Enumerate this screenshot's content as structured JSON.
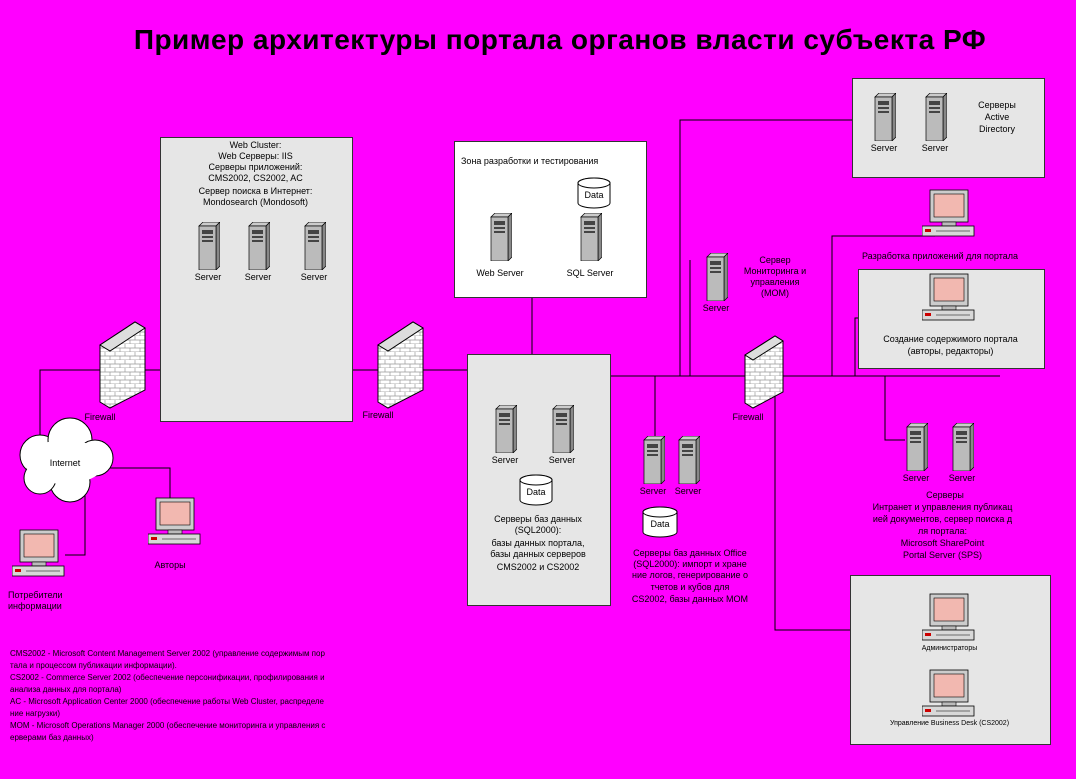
{
  "title": "Пример архитектуры портала органов власти субъекта РФ",
  "web_cluster": {
    "lines": [
      "Web Cluster:",
      "Web Серверы: IIS",
      "Серверы приложений:",
      "CMS2002, CS2002, AC",
      "Сервер поиска в Интернет:",
      "Mondosearch (Mondosoft)"
    ],
    "servers": [
      "Server",
      "Server",
      "Server"
    ]
  },
  "dev_zone": {
    "label": "Зона разработки и тестирования",
    "data": "Data",
    "web_server": "Web Server",
    "sql_server": "SQL Server"
  },
  "db_servers": {
    "servers": [
      "Server",
      "Server"
    ],
    "data": "Data",
    "lines": [
      "Серверы баз данных",
      "(SQL2000):",
      "базы данных портала,",
      "базы данных серверов",
      "CMS2002 и CS2002"
    ]
  },
  "ad_servers": {
    "servers": [
      "Server",
      "Server"
    ],
    "lines": [
      "Серверы",
      "Active",
      "Directory"
    ]
  },
  "mom_server": {
    "server": "Server",
    "lines": [
      "Сервер",
      "Мониторинга и",
      "управления",
      "(MOM)"
    ]
  },
  "olap_servers": {
    "servers": [
      "Server",
      "Server"
    ],
    "data": "Data",
    "lines": [
      "Серверы баз данных Office",
      "(SQL2000): импорт и хране",
      "ние логов, генерирование о",
      "тчетов и кубов для",
      "CS2002, базы данных MOM"
    ]
  },
  "dev_pc": "Разработка приложений для портала",
  "content_box": {
    "lines": [
      "Создание содержимого портала",
      "(авторы, редакторы)"
    ]
  },
  "sps_servers": {
    "servers": [
      "Server",
      "Server"
    ],
    "lines": [
      "Серверы",
      "Интранет и управления публикац",
      "ией документов, сервер поиска д",
      "ля портала:",
      "Microsoft SharePoint",
      "Portal Server (SPS)"
    ]
  },
  "admin_box": {
    "admins": "Администраторы",
    "business_desk": "Управление Business Desk (CS2002)"
  },
  "firewalls": [
    "Firewall",
    "Firewall",
    "Firewall"
  ],
  "internet": "Internet",
  "authors": "Авторы",
  "consumers": [
    "Потребители",
    "информации"
  ],
  "legend": [
    "CMS2002 - Microsoft Content Management Server 2002 (управление содержимым пор",
    "тала и процессом публикации информации).",
    "CS2002 - Commerce Server 2002 (обеспечение персонификации, профилирования и",
    "анализа данных для портала)",
    "AC - Microsoft Application Center 2000 (обеспечение работы Web Cluster, распределе",
    "ние нагрузки)",
    "MOM - Microsoft Operations Manager 2000 (обеспечение мониторинга и управления с",
    "ерверами баз данных)"
  ],
  "colors": {
    "background": "#ff00ff",
    "box_gray": "#e6e6e6",
    "box_white": "#ffffff",
    "screen": "#f2b8b0"
  }
}
